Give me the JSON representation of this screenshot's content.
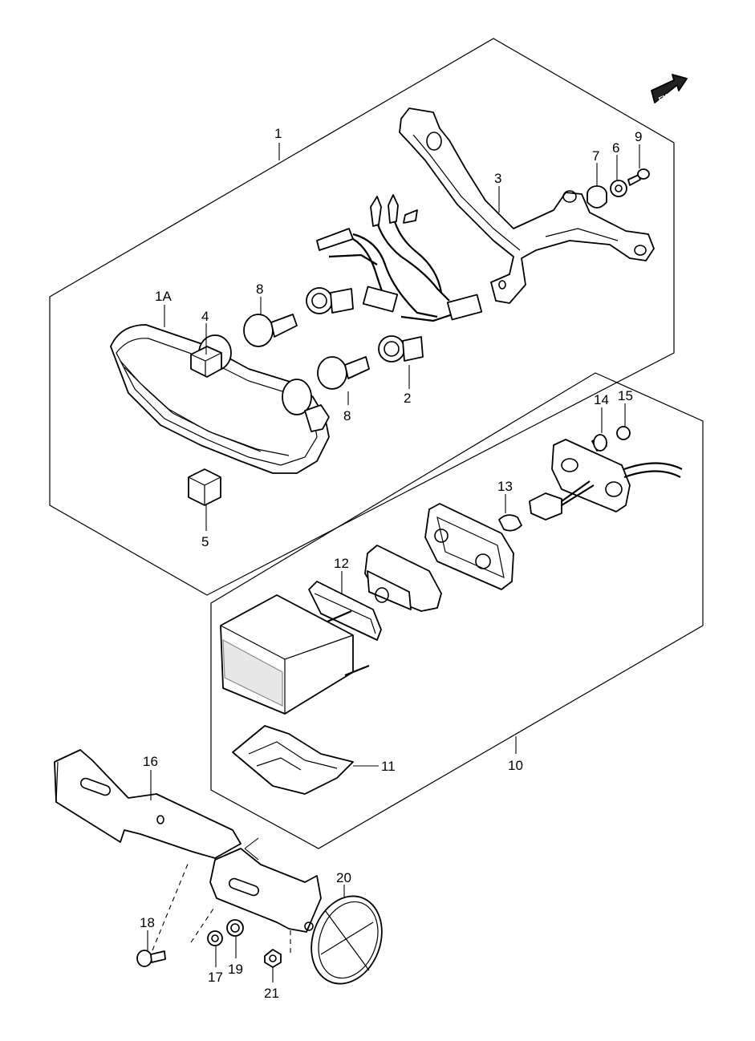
{
  "fwd_label": "FWD",
  "callouts": {
    "c1": "1",
    "c1A": "1A",
    "c2": "2",
    "c3": "3",
    "c4": "4",
    "c5": "5",
    "c6": "6",
    "c7": "7",
    "c8a": "8",
    "c8b": "8",
    "c9": "9",
    "c10": "10",
    "c11": "11",
    "c12": "12",
    "c13": "13",
    "c14": "14",
    "c15": "15",
    "c16": "16",
    "c17": "17",
    "c18": "18",
    "c19": "19",
    "c20": "20",
    "c21": "21"
  }
}
